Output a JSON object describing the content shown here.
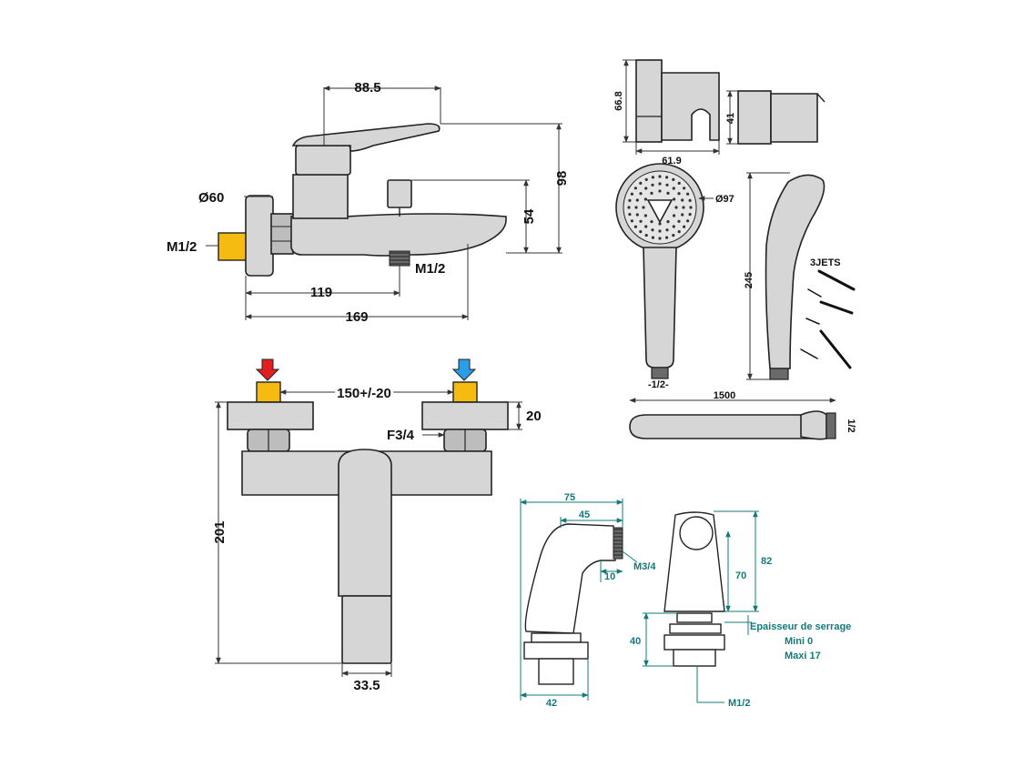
{
  "bath_mixer_side": {
    "dim_spout_reach": "88.5",
    "dim_total_height": "98",
    "dim_spout_height": "54",
    "dim_wall_flange": "Ø60",
    "dim_inlet_thread": "M1/2",
    "dim_outlet_thread": "M1/2",
    "dim_outlet_offset": "119",
    "dim_total_depth": "169"
  },
  "bath_mixer_front": {
    "dim_centers": "150+/-20",
    "dim_eccentric_height": "20",
    "dim_nut_thread": "F3/4",
    "dim_body_height": "201",
    "dim_lever_width": "33.5",
    "hot_color": "#e02020",
    "cold_color": "#2a9ee8"
  },
  "shower_holder": {
    "dim_height": "66.8",
    "dim_width": "61.9",
    "dim_depth": "41"
  },
  "hand_shower": {
    "dim_head_diameter": "Ø97",
    "dim_length": "245",
    "dim_connection": "1/2",
    "jets_label": "3JETS"
  },
  "shower_hose": {
    "dim_length": "1500",
    "dim_connection": "1/2"
  },
  "bath_spout_fitting": {
    "dim_total_width": "75",
    "dim_offset": "45",
    "dim_thread": "M3/4",
    "dim_thread_length": "10",
    "dim_base_width": "42",
    "dim_height_total": "82",
    "dim_height_body": "70",
    "dim_shank": "40",
    "clamping_title": "Epaisseur de serrage",
    "clamping_min": "Mini 0",
    "clamping_max": "Maxi 17",
    "dim_bottom_thread": "M1/2"
  }
}
